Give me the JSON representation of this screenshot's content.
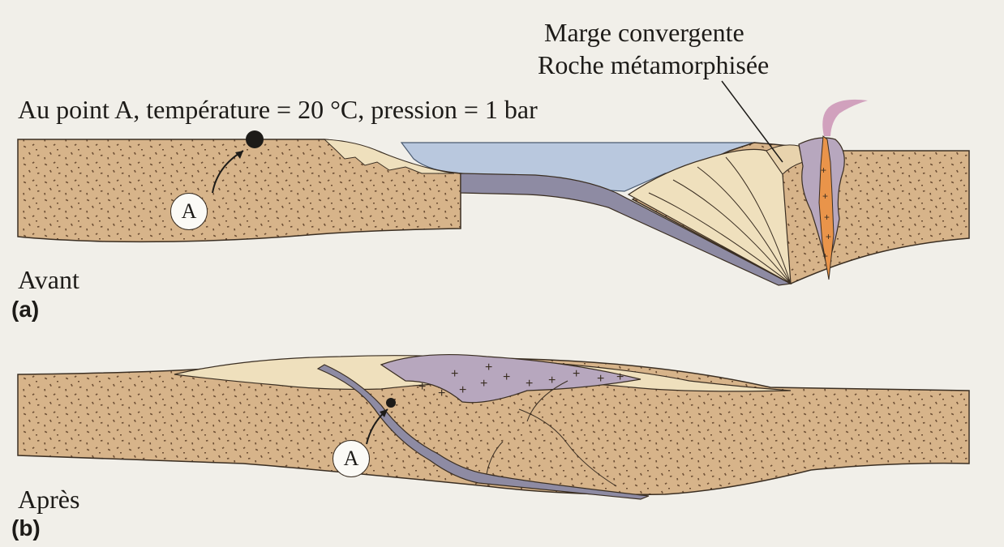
{
  "panel_a": {
    "letter": "(a)",
    "stage": "Avant",
    "point_label": "A",
    "conditions": "Au point A, température = 20 °C, pression = 1 bar",
    "margin_title": "Marge convergente",
    "rock_label": "Roche métamorphisée"
  },
  "panel_b": {
    "letter": "(b)",
    "stage": "Après",
    "point_label": "A"
  },
  "colors": {
    "crust": "#d7b48a",
    "crust_speckle": "#6b4d33",
    "ocean": "#b9c8de",
    "oceanic_plate": "#8e8ba3",
    "sediment": "#efe0bd",
    "pluton": "#b7a7be",
    "magma": "#e9944a"
  }
}
